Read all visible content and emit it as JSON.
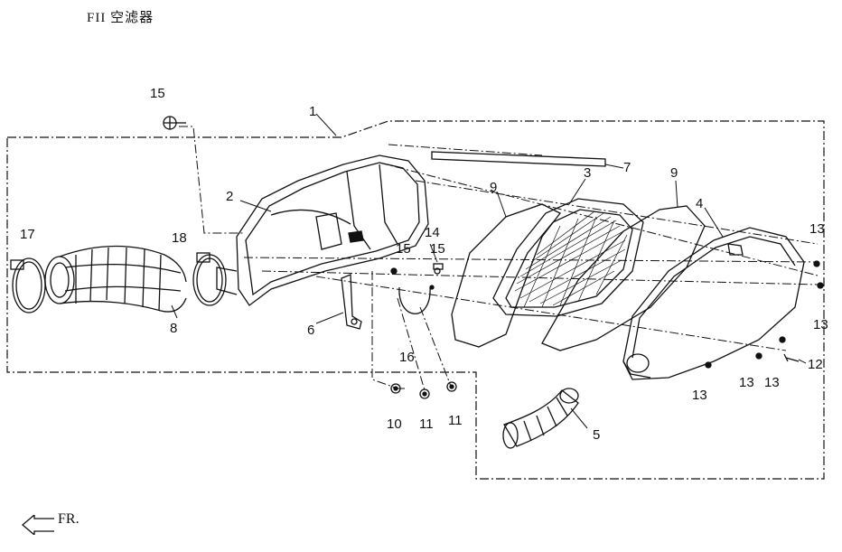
{
  "title": "FII 空滤器",
  "direction_label": "FR.",
  "part_labels": {
    "p1": "1",
    "p2": "2",
    "p3": "3",
    "p4": "4",
    "p5": "5",
    "p6": "6",
    "p7": "7",
    "p8": "8",
    "p9a": "9",
    "p9b": "9",
    "p10": "10",
    "p11a": "11",
    "p11b": "11",
    "p12": "12",
    "p13a": "13",
    "p13b": "13",
    "p13c": "13",
    "p13d": "13",
    "p13e": "13",
    "p14": "14",
    "p15a": "15",
    "p15b": "15",
    "p15c": "15",
    "p16": "16",
    "p17": "17",
    "p18": "18"
  }
}
